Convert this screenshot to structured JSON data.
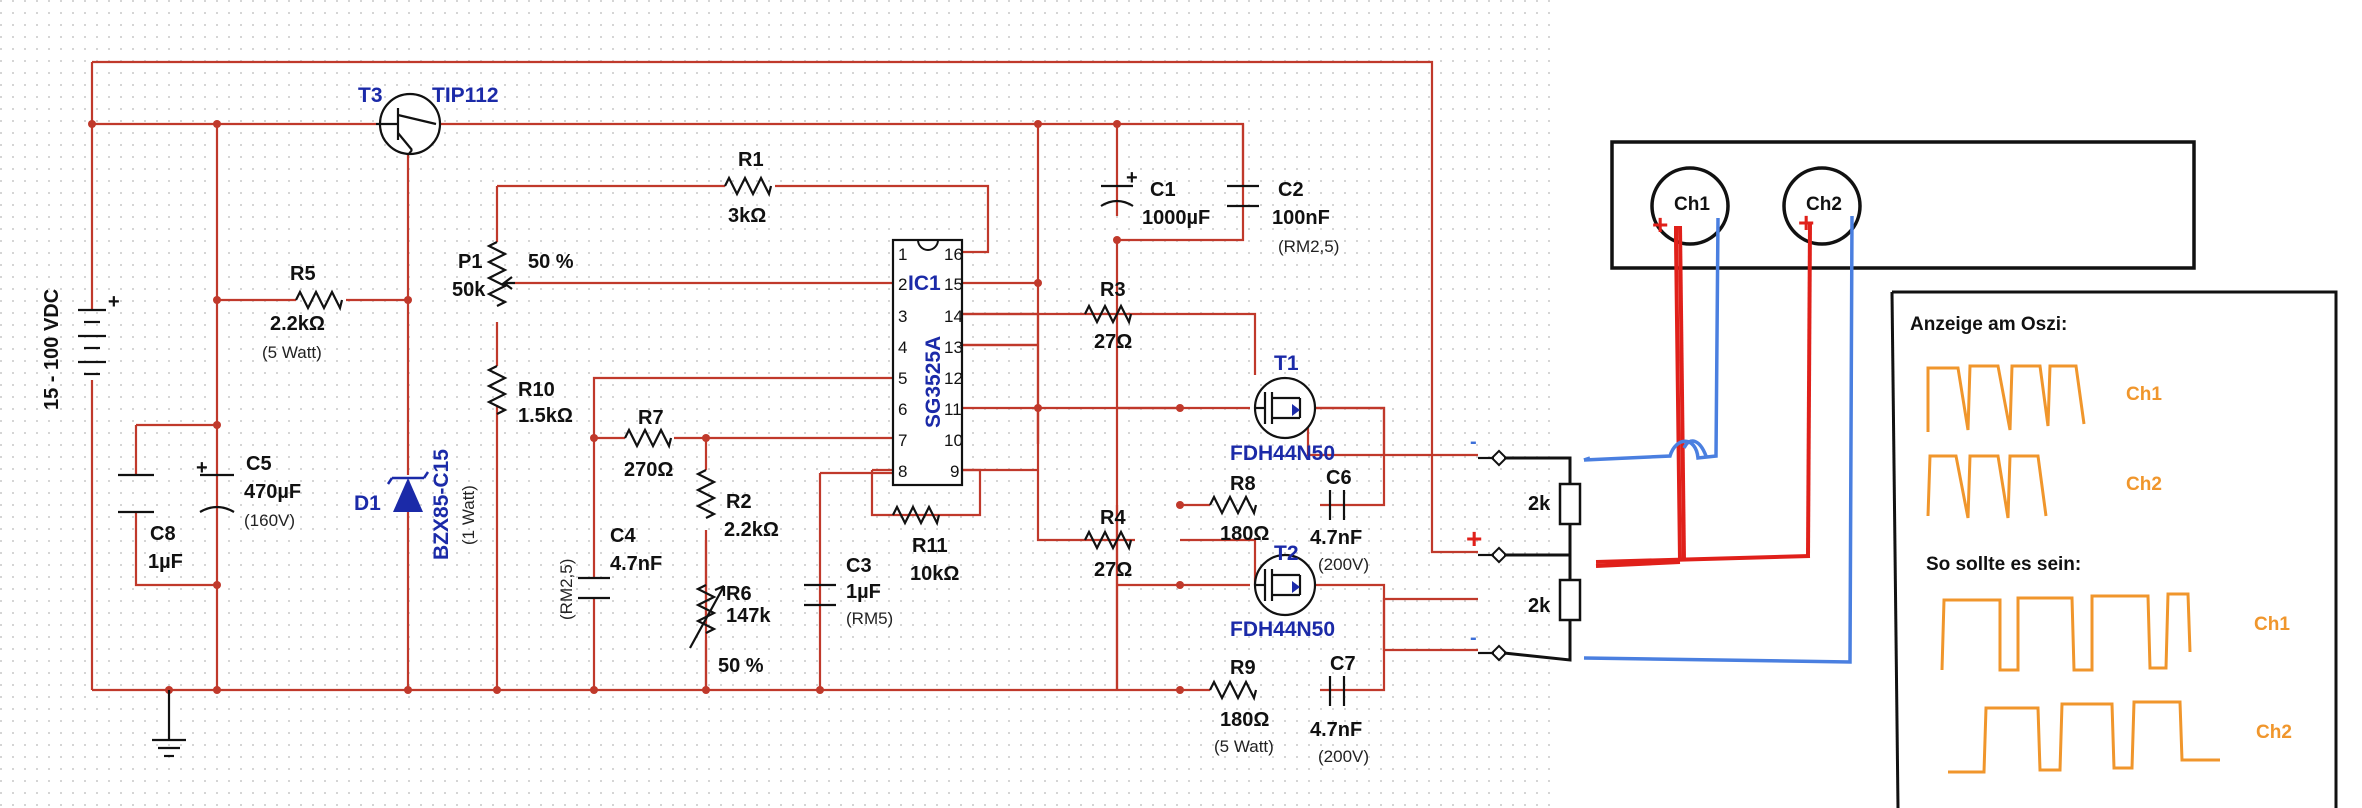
{
  "supply": {
    "voltage_label": "15 - 100 VDC"
  },
  "components": {
    "T3": {
      "ref": "T3",
      "part": "TIP112"
    },
    "D1": {
      "ref": "D1",
      "part": "BZX85-C15",
      "note": "(1 Watt)"
    },
    "R1": {
      "ref": "R1",
      "value": "3kΩ"
    },
    "R2": {
      "ref": "R2",
      "value": "2.2kΩ"
    },
    "R3": {
      "ref": "R3",
      "value": "27Ω"
    },
    "R4": {
      "ref": "R4",
      "value": "27Ω"
    },
    "R5": {
      "ref": "R5",
      "value": "2.2kΩ",
      "note": "(5 Watt)"
    },
    "R6": {
      "ref": "R6",
      "value": "147k",
      "setting": "50 %"
    },
    "R7": {
      "ref": "R7",
      "value": "270Ω"
    },
    "R8": {
      "ref": "R8",
      "value": "180Ω"
    },
    "R9": {
      "ref": "R9",
      "value": "180Ω",
      "note": "(5 Watt)"
    },
    "R10": {
      "ref": "R10",
      "value": "1.5kΩ"
    },
    "R11": {
      "ref": "R11",
      "value": "10kΩ"
    },
    "P1": {
      "ref": "P1",
      "value": "50k",
      "setting": "50 %"
    },
    "C1": {
      "ref": "C1",
      "value": "1000µF"
    },
    "C2": {
      "ref": "C2",
      "value": "100nF",
      "note": "(RM2,5)"
    },
    "C3": {
      "ref": "C3",
      "value": "1µF",
      "note": "(RM5)"
    },
    "C4": {
      "ref": "C4",
      "value": "4.7nF",
      "note": "(RM2,5)"
    },
    "C5": {
      "ref": "C5",
      "value": "470µF",
      "note": "(160V)"
    },
    "C6": {
      "ref": "C6",
      "value": "4.7nF",
      "note": "(200V)"
    },
    "C7": {
      "ref": "C7",
      "value": "4.7nF",
      "note": "(200V)"
    },
    "C8": {
      "ref": "C8",
      "value": "1µF"
    },
    "T1": {
      "ref": "T1",
      "part": "FDH44N50"
    },
    "T2": {
      "ref": "T2",
      "part": "FDH44N50"
    },
    "IC1": {
      "ref": "IC1",
      "part": "SG3525A",
      "pins": [
        "1",
        "2",
        "3",
        "4",
        "5",
        "6",
        "7",
        "8",
        "16",
        "15",
        "14",
        "13",
        "12",
        "11",
        "10",
        "9"
      ]
    }
  },
  "load": {
    "r_top": "2k",
    "r_bottom": "2k",
    "minus": "-",
    "plus": "+"
  },
  "scope": {
    "ch1": "Ch1",
    "ch2": "Ch2",
    "plus": "+"
  },
  "panel": {
    "title": "Anzeige am Oszi:",
    "ch1": "Ch1",
    "ch2": "Ch2",
    "subtitle": "So sollte es sein:",
    "ch1b": "Ch1",
    "ch2b": "Ch2"
  }
}
